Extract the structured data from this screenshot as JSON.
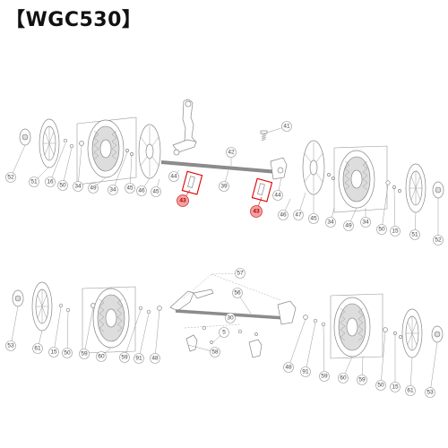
{
  "title": "【WGC530】",
  "labels": [
    "52",
    "51",
    "16",
    "50",
    "34",
    "49",
    "34",
    "45",
    "46",
    "45",
    "44",
    "39",
    "43",
    "43",
    "42",
    "41",
    "44",
    "46",
    "47",
    "45",
    "34",
    "49",
    "34",
    "50",
    "15",
    "51",
    "52",
    "57",
    "56",
    "30",
    "5",
    "58",
    "53",
    "61",
    "15",
    "50",
    "59",
    "60",
    "59",
    "91",
    "48",
    "48",
    "91",
    "59",
    "60",
    "59",
    "50",
    "15",
    "61",
    "53"
  ],
  "highlighted": [
    "43"
  ]
}
